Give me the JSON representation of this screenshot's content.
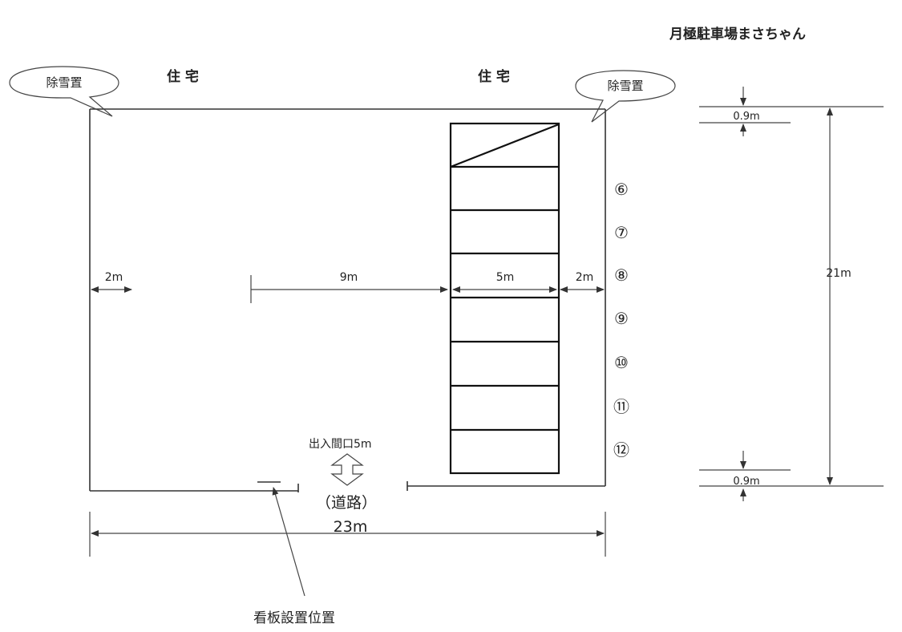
{
  "title": "月極駐車場まさちゃん",
  "labels": {
    "house_left": "住 宅",
    "house_right": "住 宅",
    "snow_left": "除雪置",
    "snow_right": "除雪置",
    "dim_left_margin": "2m",
    "dim_center": "9m",
    "dim_stall_width": "5m",
    "dim_right_margin": "2m",
    "dim_total_width": "23m",
    "dim_total_height": "21m",
    "dim_top_offset": "0.9m",
    "dim_bottom_offset": "0.9m",
    "entrance": "出入間口5m",
    "road": "（道路）",
    "sign_position": "看板設置位置"
  },
  "stall_numbers": [
    "⑥",
    "⑦",
    "⑧",
    "⑨",
    "⑩",
    "⑪",
    "⑫"
  ]
}
